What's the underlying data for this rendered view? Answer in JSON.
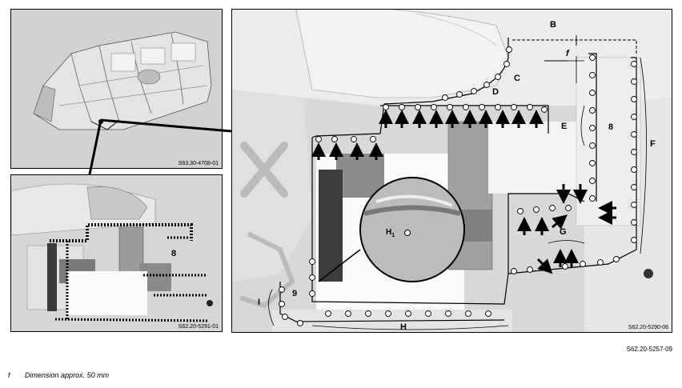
{
  "panels": {
    "vehicle": {
      "code": "S63.30-4708-01"
    },
    "overview": {
      "code": "S62.20-5291-01",
      "label_8": "8"
    },
    "detail": {
      "code": "S62.20-5290-06",
      "labels": {
        "B": "B",
        "f": "f",
        "C": "C",
        "D": "D",
        "E": "E",
        "8": "8",
        "F": "F",
        "G": "G",
        "I": "I",
        "9": "9",
        "H": "H",
        "H1": "H"
      }
    }
  },
  "figure_code": "S62.20-5257-09",
  "legend": {
    "key": "f",
    "text": "Dimension approx. 50 mm"
  },
  "colors": {
    "panel_bg": "#cfcfcf",
    "metal_light": "#e6e6e6",
    "metal_dark": "#8a8a8a",
    "line": "#000000"
  }
}
